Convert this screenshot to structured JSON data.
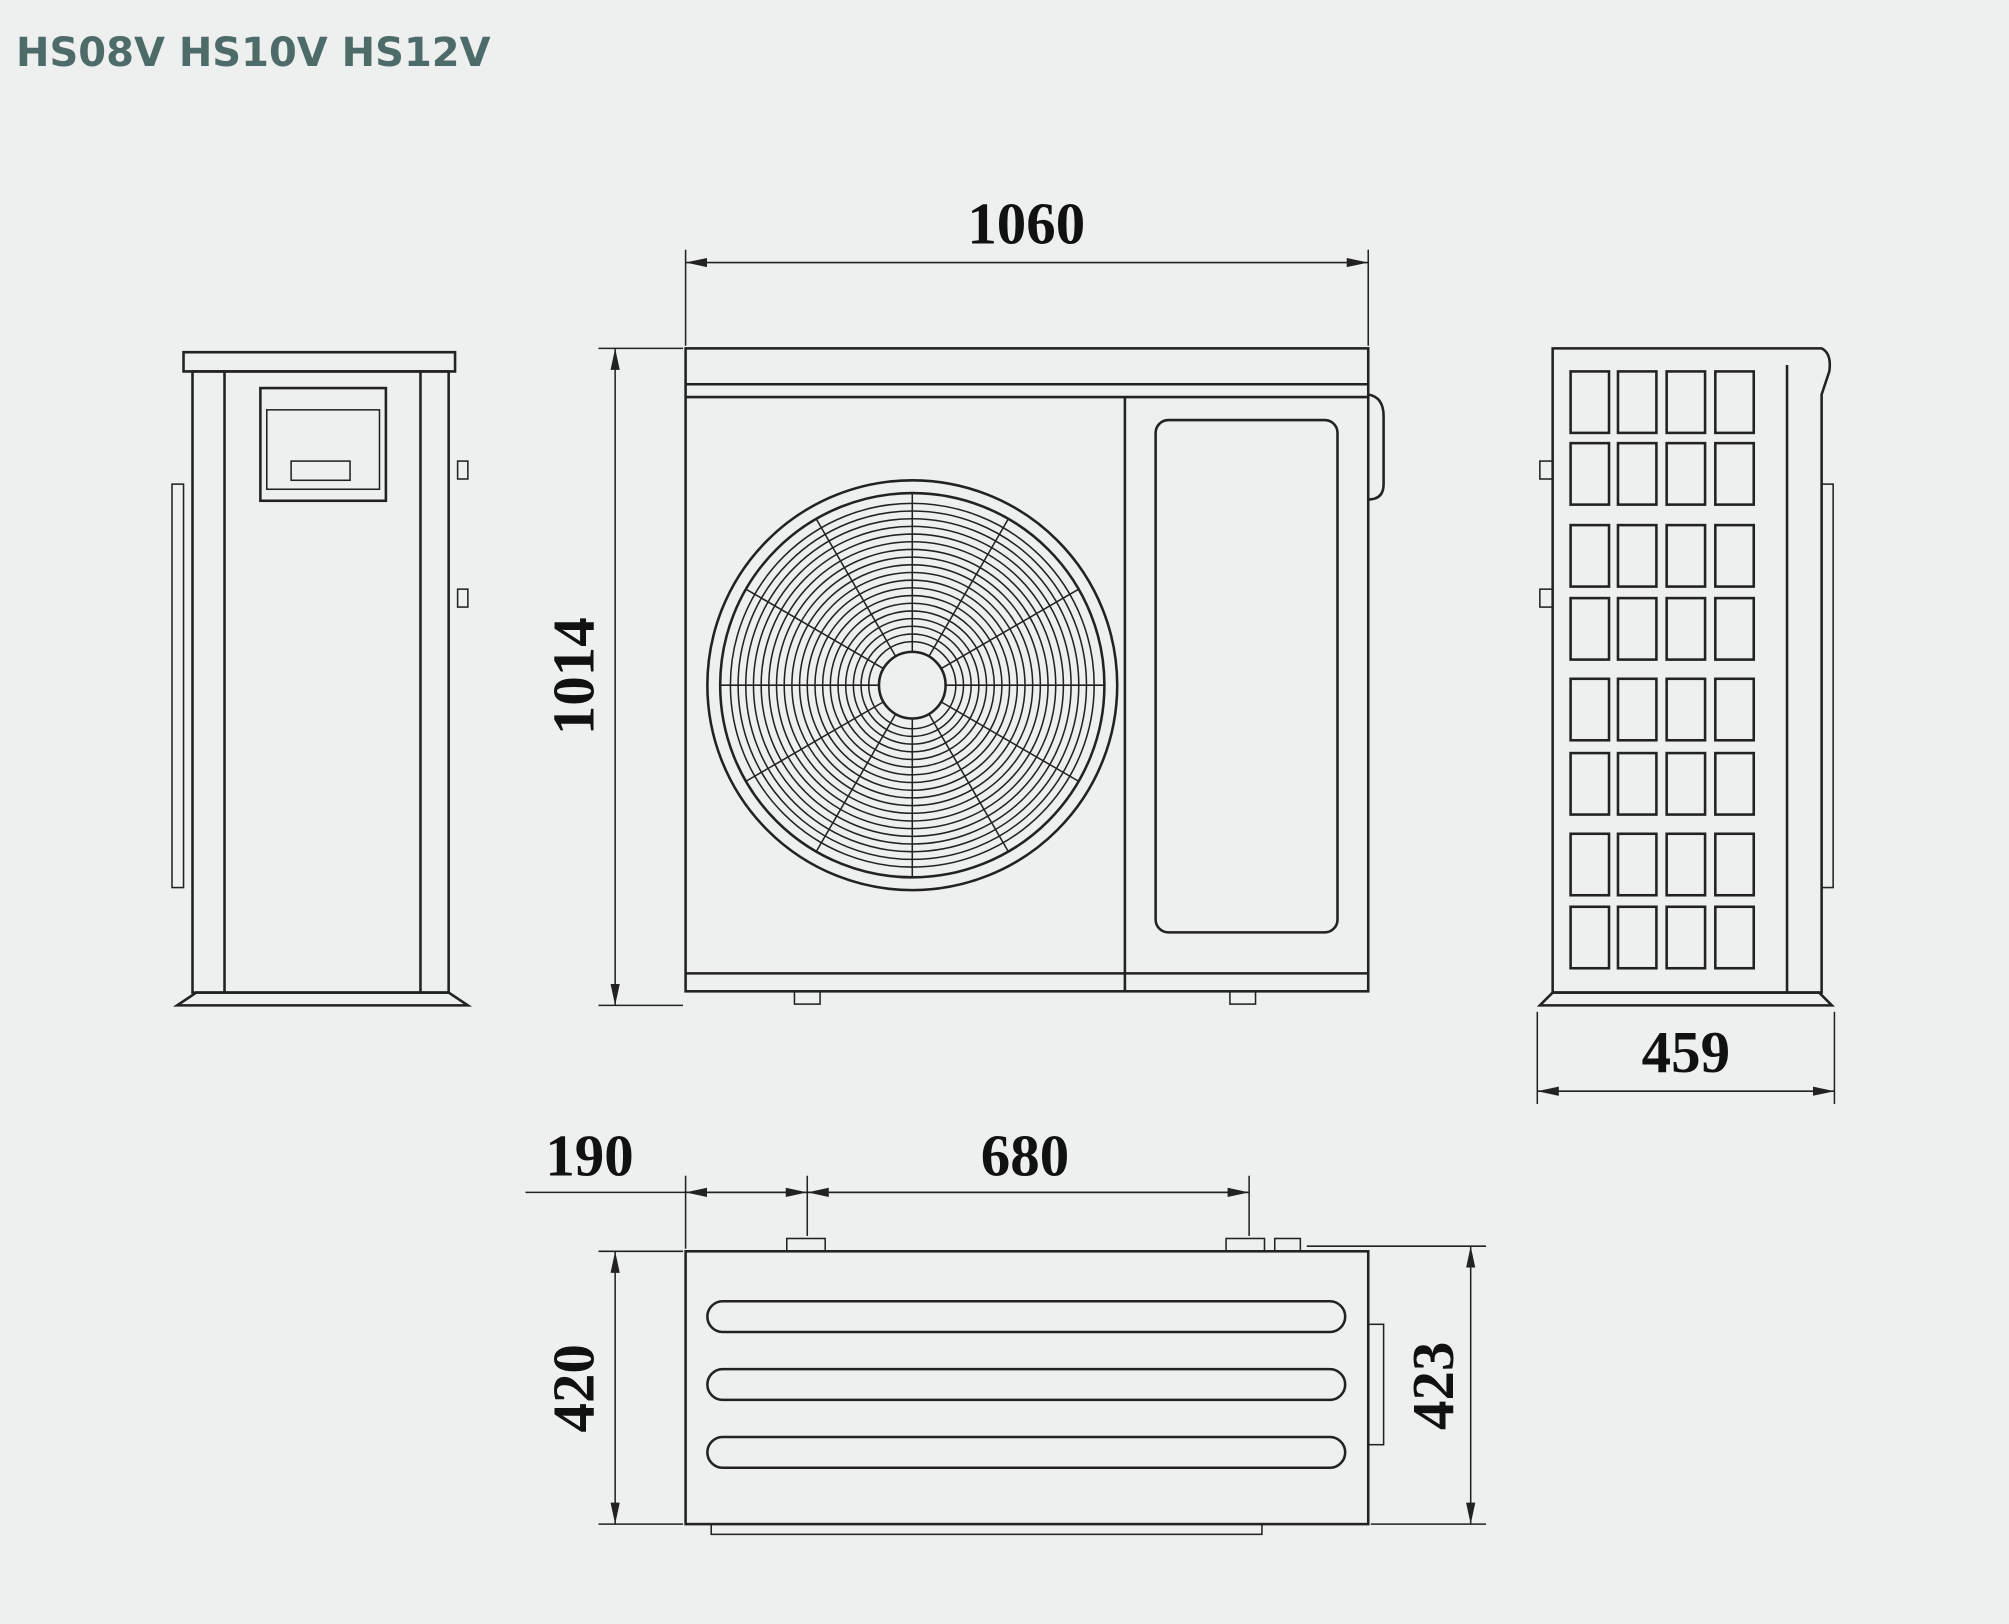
{
  "title": "HS08V HS10V HS12V",
  "title_color": "#4d6b68",
  "dimensions": {
    "width": "1060",
    "height": "1014",
    "depth": "459",
    "foot_offset": "190",
    "foot_spacing": "680",
    "base_depth": "420",
    "total_depth": "423"
  }
}
